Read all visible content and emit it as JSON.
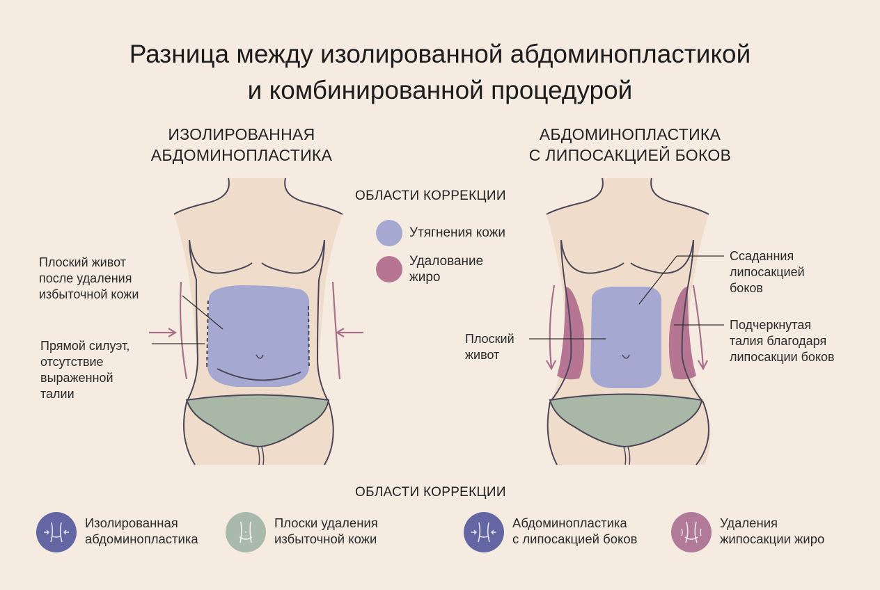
{
  "title": {
    "line1": "Разница между изолированной абдоминопластикой",
    "line2": "и комбинированной процедурой"
  },
  "left_column": {
    "title_line1": "ИЗОЛИРОВАННАЯ",
    "title_line2": "АБДОМИНОПЛАСТИКА",
    "callout_belly": [
      "Плоский живот",
      "после удаления",
      "избыточной кожи"
    ],
    "callout_silhouette": [
      "Прямой силуэт,",
      "отсутствие",
      "выраженной",
      "талии"
    ]
  },
  "right_column": {
    "title_line1": "АБДОМИНОПЛАСТИКА",
    "title_line2": "С ЛИПОСАКЦИЕЙ БОКОВ",
    "callout_flanks": [
      "Ссаданния",
      "липосакцией",
      "боков"
    ],
    "callout_belly": [
      "Плоский",
      "живот"
    ],
    "callout_waist": [
      "Подчеркнутая",
      "талия благодаря",
      "липосакции боков"
    ]
  },
  "center_legend": {
    "heading": "ОБЛАСТИ КОРРЕКЦИИ",
    "items": [
      {
        "label_line1": "Утягнения кожи",
        "label_line2": "",
        "color": "#a5a8d0"
      },
      {
        "label_line1": "Удалование",
        "label_line2": "жиро",
        "color": "#b57593"
      }
    ]
  },
  "bottom_legend": {
    "heading": "ОБЛАСТИ КОРРЕКЦИИ",
    "items": [
      {
        "icon": "waist-compression-icon",
        "label_line1": "Изолированная",
        "label_line2": "абдоминопластика",
        "color": "#6366a3"
      },
      {
        "icon": "flat-belly-icon",
        "label_line1": "Плоски удаления",
        "label_line2": "избыточной кожи",
        "color": "#a9b9ab"
      },
      {
        "icon": "waist-compression-icon",
        "label_line1": "Абдоминопластика",
        "label_line2": "с липосакцией боков",
        "color": "#6366a3"
      },
      {
        "icon": "waist-liposuction-icon",
        "label_line1": "Удаления",
        "label_line2": "жипосакции жиро",
        "color": "#b07a98"
      }
    ]
  },
  "colors": {
    "background": "#f5ebe1",
    "skin": "#f0dccb",
    "outline": "#4a4658",
    "skin_tightening": "#a5a8d0",
    "fat_removal": "#b57593",
    "underwear": "#a9b8a6",
    "arrow": "#a86f88"
  }
}
